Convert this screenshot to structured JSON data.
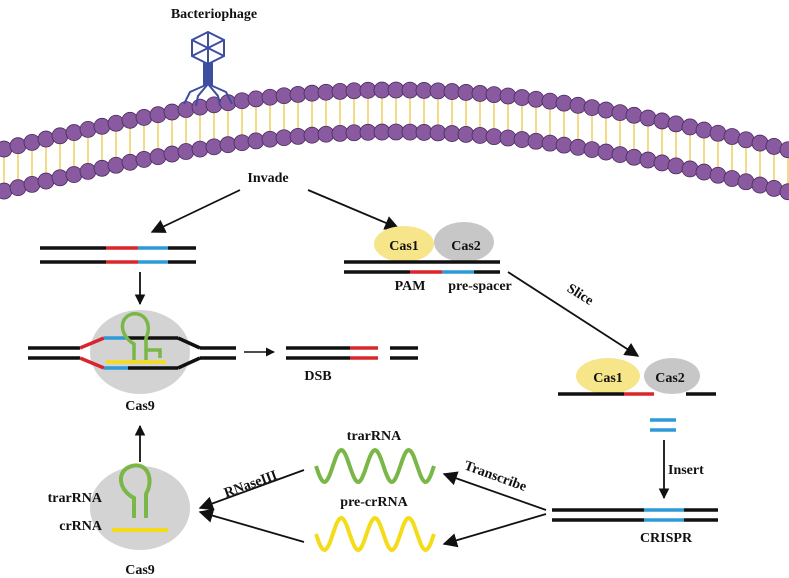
{
  "labels": {
    "bacteriophage": "Bacteriophage",
    "invade": "Invade",
    "cas1_top": "Cas1",
    "cas2_top": "Cas2",
    "pam": "PAM",
    "pre_spacer": "pre-spacer",
    "slice": "Slice",
    "cas1_right": "Cas1",
    "cas2_right": "Cas2",
    "insert": "Insert",
    "crispr": "CRISPR",
    "transcribe": "Transcribe",
    "trarrna_wave": "trarRNA",
    "pre_crrna": "pre-crRNA",
    "rnaseiii": "RNaseIII",
    "trarrna_complex": "trarRNA",
    "crrna_complex": "crRNA",
    "cas9_bottom": "Cas9",
    "cas9_middle": "Cas9",
    "dsb": "DSB"
  },
  "colors": {
    "membrane_head": "#8a5aa0",
    "membrane_head_stroke": "#4a2a5e",
    "membrane_tail": "#e8c53a",
    "dna_strand": "#111111",
    "pam_red": "#d9262c",
    "spacer_blue": "#2f9ad8",
    "cas1_yellow": "#f7e58a",
    "cas2_gray": "#c7c7c7",
    "cas9_gray": "#d3d3d3",
    "trarrna_green": "#7ab648",
    "crrna_yellow": "#f4dc1a",
    "phage_blue": "#3d4ea0"
  }
}
